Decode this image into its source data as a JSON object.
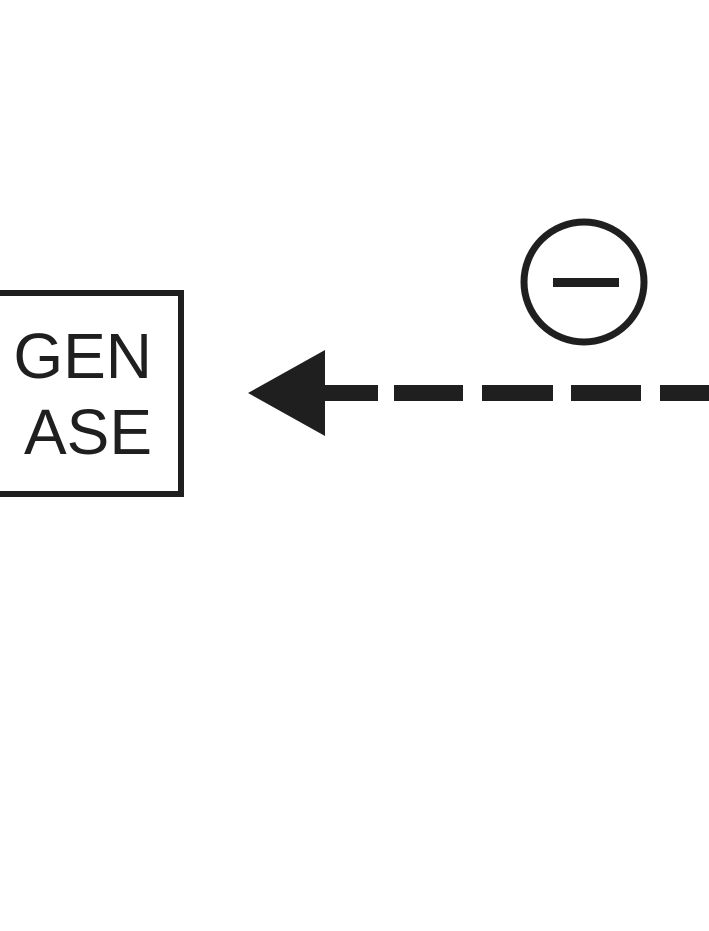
{
  "diagram": {
    "node": {
      "lines": [
        "GEN",
        "ASE"
      ]
    },
    "edge": {
      "style": "dashed",
      "direction": "right-to-left",
      "sign": "minus-icon"
    },
    "colors": {
      "ink": "#1f1f1f",
      "background": "#ffffff"
    }
  }
}
